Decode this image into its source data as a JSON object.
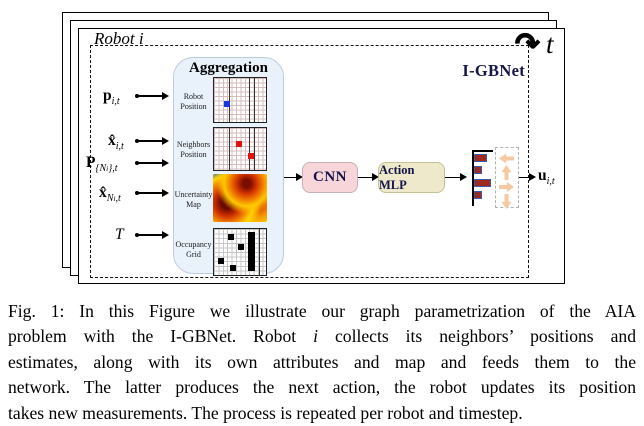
{
  "figure": {
    "robot_label": "Robot i",
    "network_label": "I-GBNet",
    "loop_icon": "↷",
    "time_label": "t",
    "aggregation": {
      "title": "Aggregation",
      "rows": [
        {
          "label": "Robot Position"
        },
        {
          "label": "Neighbors Position"
        },
        {
          "label": "Uncertainty Map"
        },
        {
          "label": "Occupancy Grid"
        }
      ]
    },
    "inputs": [
      {
        "main": "p",
        "sub": "i,t"
      },
      {
        "main": "x̂",
        "sub": "i,t"
      },
      {
        "main": "P",
        "sub_open": "{N",
        "sub_i": "i",
        "sub_close": "},t"
      },
      {
        "main": "x̂",
        "subN": "N",
        "subi": "i",
        "subt": ",t"
      },
      {
        "main": "T"
      }
    ],
    "blocks": {
      "cnn": "CNN",
      "action_mlp": "Action MLP"
    },
    "output": {
      "main": "u",
      "sub": "i,t"
    },
    "output_bars": [
      13,
      8,
      17,
      8
    ],
    "colors": {
      "accent_text": "#15154a",
      "cnn_fill": "#f7d5d9",
      "mlp_fill": "#eee9cb",
      "panel_fill": "#e9f1fb",
      "bar_fill": "#9e2a1e",
      "bar_border": "#3b5bad",
      "action_arrow_fill": "#f5c9a2",
      "robot_marker": "#1539d8",
      "neighbor_marker": "#e01212"
    }
  },
  "caption": {
    "line1": "Fig. 1: In this Figure we illustrate our graph parametrization of the AIA",
    "line2_pre": "problem with the I-GBNet. Robot ",
    "line2_em": "i",
    "line2_post": " collects its neighbors’ positions and",
    "line3": "estimates, along with its own attributes and map and feeds them to the",
    "line4": "network. The latter produces the next action, the robot updates its position",
    "line5": "takes new measurements. The process is repeated per robot and timestep."
  }
}
